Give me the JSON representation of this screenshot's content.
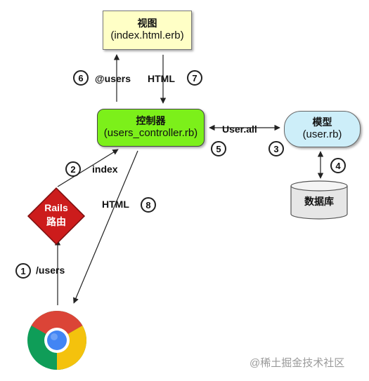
{
  "view": {
    "title": "视图",
    "file": "(index.html.erb)"
  },
  "controller": {
    "title": "控制器",
    "file": "(users_controller.rb)"
  },
  "model": {
    "title": "模型",
    "file": "(user.rb)"
  },
  "database": {
    "label": "数据库"
  },
  "router": {
    "line1": "Rails",
    "line2": "路由"
  },
  "edges": {
    "browser_to_router": "/users",
    "router_to_controller": "index",
    "controller_model": "User.all",
    "controller_to_view": "@users",
    "view_to_controller": "HTML",
    "controller_to_browser": "HTML"
  },
  "steps": [
    "1",
    "2",
    "3",
    "4",
    "5",
    "6",
    "7",
    "8"
  ],
  "icons": {
    "browser": "chrome-browser-icon"
  },
  "watermark": "@稀土掘金技术社区",
  "colors": {
    "view_fill": "#ffffc6",
    "controller_fill": "#7cf01a",
    "model_fill": "#cdeef9",
    "database_fill": "#e6e6e6",
    "router_fill": "#cc1c1c",
    "chrome_red": "#db4437",
    "chrome_yellow": "#f4c20d",
    "chrome_green": "#0f9d58",
    "chrome_blue": "#4285f4"
  }
}
